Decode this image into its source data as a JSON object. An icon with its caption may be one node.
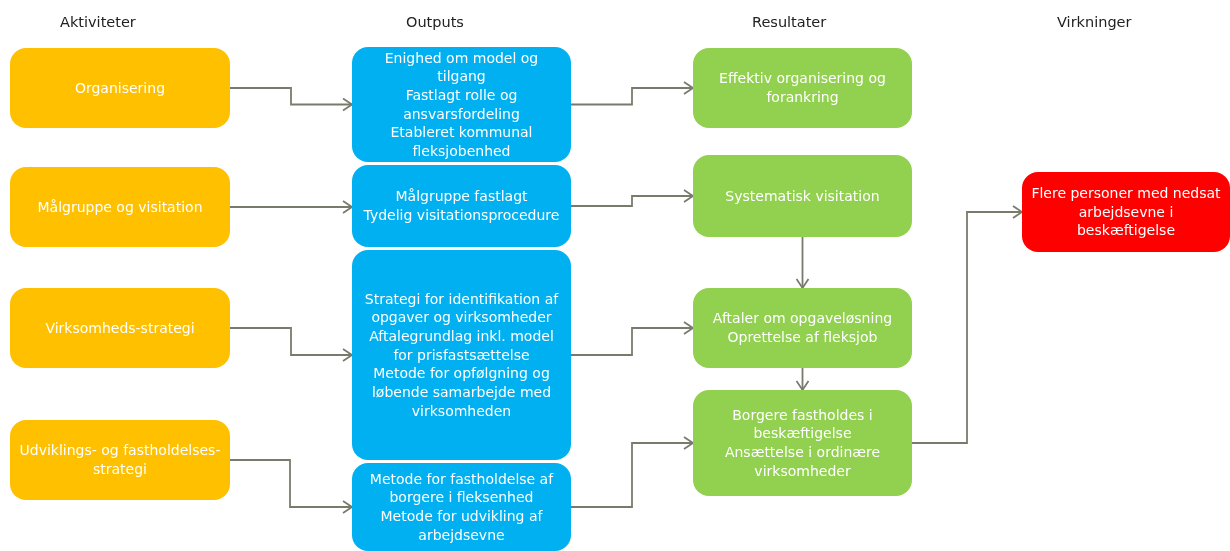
{
  "diagram": {
    "nodes": [
      {
        "text": [
          "Organisering"
        ]
      },
      {
        "text": [
          "Målgruppe og visitation"
        ]
      },
      {
        "text": [
          "Virksomheds-strategi"
        ]
      },
      {
        "text": [
          "Udviklings- og fastholdelses-strategi"
        ]
      },
      {
        "text": [
          "Enighed om model og tilgang",
          "Fastlagt rolle og ansvarsfordeling",
          "Etableret kommunal fleksjobenhed"
        ]
      },
      {
        "text": [
          "Målgruppe fastlagt",
          "Tydelig visitationsprocedure"
        ]
      },
      {
        "text": [
          "Strategi for identifikation af opgaver og virksomheder",
          "Aftalegrundlag inkl. model for prisfastsættelse",
          "Metode for opfølgning og løbende samarbejde med virksomheden"
        ]
      },
      {
        "text": [
          "Metode for fastholdelse af borgere i fleksenhed",
          "Metode for udvikling af arbejdsevne"
        ]
      },
      {
        "text": [
          "Effektiv organisering og forankring"
        ]
      },
      {
        "text": [
          "Systematisk visitation"
        ]
      },
      {
        "text": [
          "Aftaler om opgaveløsning",
          "Oprettelse af fleksjob"
        ]
      },
      {
        "text": [
          "Borgere fastholdes i beskæftigelse",
          "Ansættelse i ordinære virksomheder"
        ]
      },
      {
        "text": [
          "Flere personer med nedsat arbejdsevne i beskæftigelse"
        ]
      }
    ],
    "edges": [
      {
        "from": 0,
        "to": 4,
        "arrow": "to"
      },
      {
        "from": 1,
        "to": 5,
        "arrow": "to"
      },
      {
        "from": 2,
        "to": 6,
        "arrow": "to"
      },
      {
        "from": 3,
        "to": 7,
        "arrow": "to"
      },
      {
        "from": 4,
        "to": 8,
        "arrow": "to"
      },
      {
        "from": 5,
        "to": 9,
        "arrow": "to"
      },
      {
        "from": 6,
        "to": 10,
        "arrow": "to"
      },
      {
        "from": 7,
        "to": 11,
        "arrow": "to"
      },
      {
        "from": 9,
        "to": 10,
        "arrow": "to"
      },
      {
        "from": 10,
        "to": 11,
        "arrow": "to"
      },
      {
        "from": 11,
        "to": 12,
        "arrow": "to"
      }
    ],
    "labels": [
      "Aktiviteter",
      "Outputs",
      "Resultater",
      "Virkninger"
    ]
  }
}
